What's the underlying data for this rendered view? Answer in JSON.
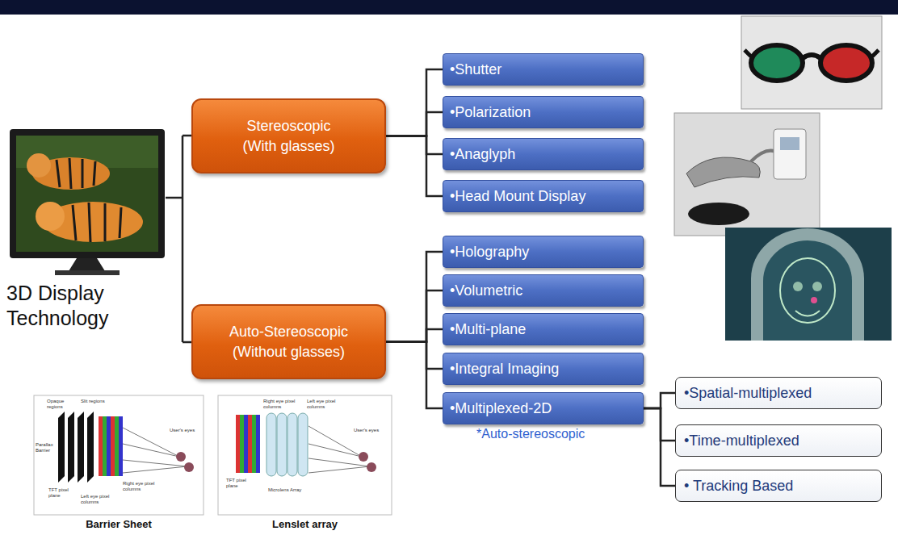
{
  "diagram": {
    "nodes": [
      {
        "text": [
          "Stereoscopic (With glasses)"
        ]
      },
      {
        "text": [
          "•Shutter"
        ]
      },
      {
        "text": [
          "•Polarization"
        ]
      },
      {
        "text": [
          "•Anaglyph"
        ]
      },
      {
        "text": [
          "•Head Mount Display"
        ]
      },
      {
        "text": [
          "Auto-Stereoscopic (Without glasses)"
        ]
      },
      {
        "text": [
          "•Holography"
        ]
      },
      {
        "text": [
          "•Volumetric"
        ]
      },
      {
        "text": [
          "•Multi-plane"
        ]
      },
      {
        "text": [
          "•Integral Imaging"
        ]
      },
      {
        "text": [
          "•Multiplexed-2D"
        ]
      },
      {
        "text": [
          "•Spatial-multiplexed"
        ]
      },
      {
        "text": [
          "•Time-multiplexed"
        ]
      },
      {
        "text": [
          "• Tracking Based"
        ]
      }
    ],
    "edges": [
      {
        "from": 0,
        "to": 1,
        "arrow": "none"
      },
      {
        "from": 0,
        "to": 2,
        "arrow": "none"
      },
      {
        "from": 0,
        "to": 3,
        "arrow": "none"
      },
      {
        "from": 0,
        "to": 4,
        "arrow": "none"
      },
      {
        "from": 5,
        "to": 6,
        "arrow": "none"
      },
      {
        "from": 5,
        "to": 7,
        "arrow": "none"
      },
      {
        "from": 5,
        "to": 8,
        "arrow": "none"
      },
      {
        "from": 5,
        "to": 9,
        "arrow": "none"
      },
      {
        "from": 5,
        "to": 10,
        "arrow": "none"
      },
      {
        "from": 10,
        "to": 11,
        "arrow": "none"
      },
      {
        "from": 10,
        "to": 12,
        "arrow": "none"
      },
      {
        "from": 10,
        "to": 13,
        "arrow": "none"
      }
    ],
    "labels": [
      "3D Display Technology",
      "*Auto-stereoscopic",
      "Opaque regions",
      "Slit regions",
      "Parallax Barrier",
      "TFT pixel plane",
      "Left eye pixel columns",
      "Right eye pixel columns",
      "User's eyes",
      "Barrier Sheet",
      "Right eye pixel columns",
      "Left eye pixel columns",
      "TFT pixel plane",
      "Microlens Array",
      "User's eyes",
      "Lenslet array"
    ]
  }
}
